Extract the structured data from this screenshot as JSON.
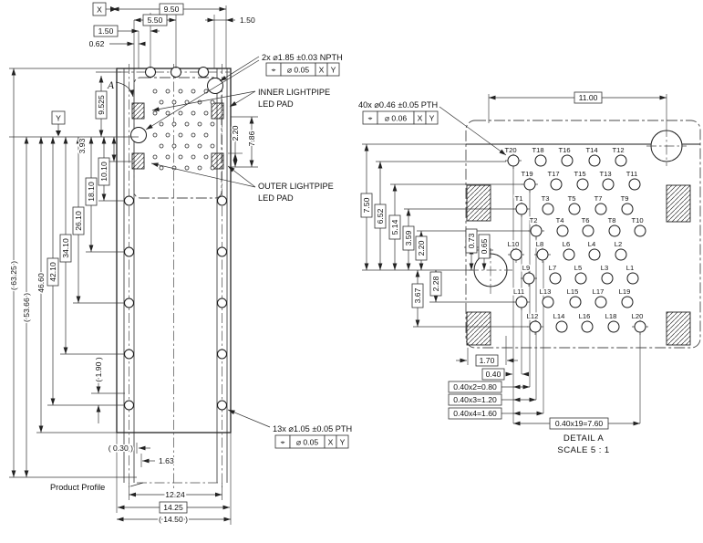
{
  "lv": {
    "datum_x": "X",
    "datum_y": "Y",
    "detail_a": "A",
    "d950": "9.50",
    "d550": "5.50",
    "d150a": "1.50",
    "d150b": "1.50",
    "d062": "0.62",
    "d9525": "9.525",
    "d393": "3.93",
    "d1010": "10.10",
    "d1810": "18.10",
    "d2610": "26.10",
    "d3410": "34.10",
    "d4210": "42.10",
    "d4660": "46.60",
    "d5366": "( 53.66 )",
    "d6325": "( 63.25 )",
    "d190": "( 1.90 )",
    "d030": "( 0.30 )",
    "d163": "1.63",
    "d1224": "12.24",
    "d1425": "14.25",
    "d1450": "( 14.50 )",
    "d220": "2.20",
    "d786": "7.86",
    "npth_note": "2x ⌀1.85 ±0.03 NPTH",
    "pth_note": "13x ⌀1.05 ±0.05 PTH",
    "fcf_npth": {
      "sym": "⌖",
      "tol": "⌀ 0.05",
      "da": "X",
      "db": "Y"
    },
    "fcf_pth": {
      "sym": "⌖",
      "tol": "⌀ 0.05",
      "da": "X",
      "db": "Y"
    },
    "inner1": "INNER LIGHTPIPE",
    "inner2": "LED PAD",
    "outer1": "OUTER LIGHTPIPE",
    "outer2": "LED PAD",
    "profile": "Product Profile"
  },
  "dv": {
    "note": "40x ⌀0.46 ±0.05 PTH",
    "fcf": {
      "sym": "⌖",
      "tol": "⌀ 0.06",
      "da": "X",
      "db": "Y"
    },
    "d1100": "11.00",
    "d750": "7.50",
    "d652": "6.52",
    "d514": "5.14",
    "d359": "3.59",
    "d220": "2.20",
    "d073": "0.73",
    "d065": "0.65",
    "d228": "2.28",
    "d367": "3.67",
    "d170": "1.70",
    "d040": "0.40",
    "d080": "0.40x2=0.80",
    "d120": "0.40x3=1.20",
    "d160": "0.40x4=1.60",
    "d760": "0.40x19=7.60",
    "rows": [
      [
        "T20",
        "T18",
        "T16",
        "T14",
        "T12"
      ],
      [
        "T19",
        "T17",
        "T15",
        "T13",
        "T11"
      ],
      [
        "T1",
        "T3",
        "T5",
        "T7",
        "T9"
      ],
      [
        "T2",
        "T4",
        "T6",
        "T8",
        "T10"
      ],
      [
        "L10",
        "L8",
        "L6",
        "L4",
        "L2"
      ],
      [
        "L9",
        "L7",
        "L5",
        "L3",
        "L1"
      ],
      [
        "L11",
        "L13",
        "L15",
        "L17",
        "L19"
      ],
      [
        "L12",
        "L14",
        "L16",
        "L18",
        "L20"
      ]
    ],
    "title": "DETAIL A",
    "scale": "SCALE 5 : 1"
  }
}
